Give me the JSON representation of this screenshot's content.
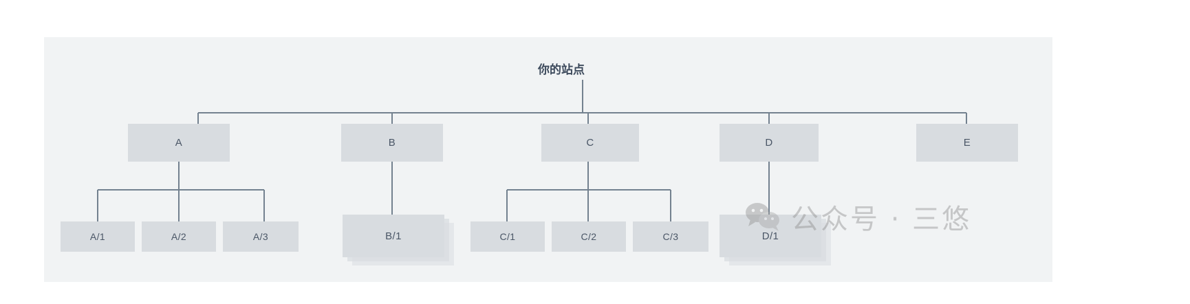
{
  "panel": {
    "background_color": "#f1f3f4",
    "node_fill_color": "#d8dce0",
    "connector_color": "#73818f",
    "text_color": "#4a5666"
  },
  "tree": {
    "root": {
      "label": "你的站点"
    },
    "level1": [
      {
        "label": "A"
      },
      {
        "label": "B"
      },
      {
        "label": "C"
      },
      {
        "label": "D"
      },
      {
        "label": "E"
      }
    ],
    "level2": [
      {
        "label": "A/1",
        "parent": "A",
        "stacked": false
      },
      {
        "label": "A/2",
        "parent": "A",
        "stacked": false
      },
      {
        "label": "A/3",
        "parent": "A",
        "stacked": false
      },
      {
        "label": "B/1",
        "parent": "B",
        "stacked": true
      },
      {
        "label": "C/1",
        "parent": "C",
        "stacked": false
      },
      {
        "label": "C/2",
        "parent": "C",
        "stacked": false
      },
      {
        "label": "C/3",
        "parent": "C",
        "stacked": false
      },
      {
        "label": "D/1",
        "parent": "D",
        "stacked": true
      }
    ]
  },
  "watermark": {
    "text": "公众号 · 三悠",
    "icon": "wechat-icon",
    "color": "#8a8a8a"
  }
}
